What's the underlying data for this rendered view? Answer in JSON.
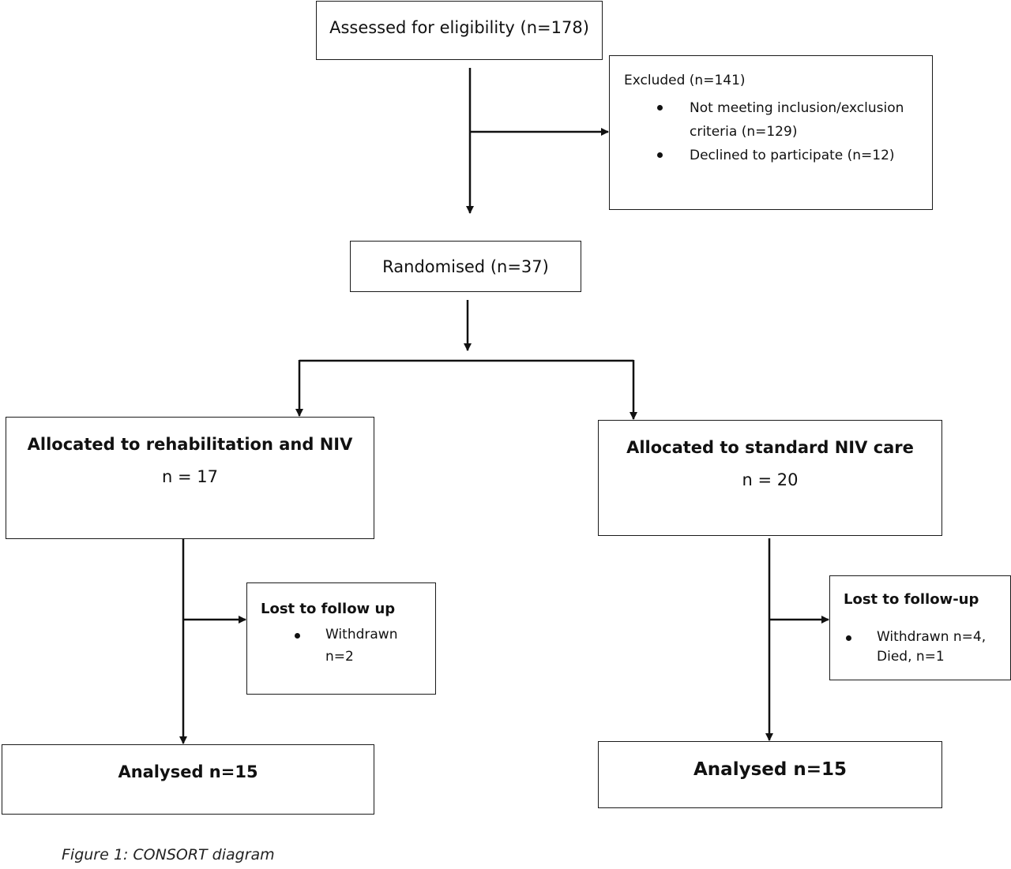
{
  "diagram": {
    "assessed": {
      "label": "Assessed for eligibility (n=178)"
    },
    "excluded": {
      "heading": "Excluded (n=141)",
      "items": [
        {
          "line1": "Not meeting inclusion/exclusion",
          "line2": "criteria (n=129)"
        },
        {
          "line1": "Declined to participate (n=12)",
          "line2": ""
        }
      ]
    },
    "randomised": {
      "label": "Randomised (n=37)"
    },
    "arm_left": {
      "title": "Allocated to rehabilitation and NIV",
      "n": "n = 17",
      "lost": {
        "heading": "Lost to follow up",
        "line1": "Withdrawn",
        "line2": "n=2"
      },
      "analysed": "Analysed n=15"
    },
    "arm_right": {
      "title": "Allocated to standard NIV care",
      "n": "n = 20",
      "lost": {
        "heading": "Lost to follow-up",
        "line1": "Withdrawn n=4,",
        "line2": "Died, n=1"
      },
      "analysed": "Analysed n=15"
    }
  },
  "caption": "Figure 1: CONSORT diagram",
  "colors": {
    "line": "#111111",
    "border": "#1a1a1a",
    "background": "#ffffff"
  }
}
